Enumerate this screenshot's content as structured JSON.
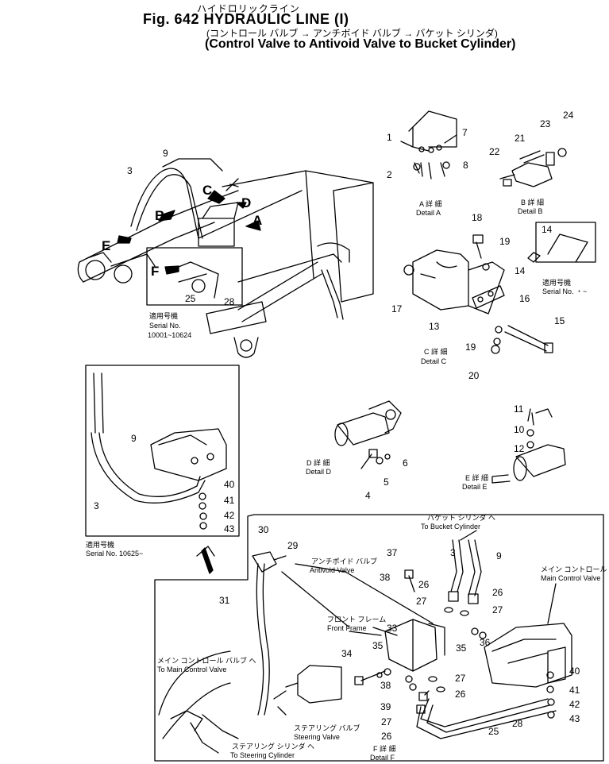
{
  "header": {
    "title_jp": "ハイドロリックライン",
    "title": "Fig. 642  HYDRAULIC LINE (I)",
    "subtitle_jp": "(コントロール バルブ → アンチボイド バルブ → バケット シリンダ)",
    "subtitle": "(Control Valve to Antivoid Valve to Bucket Cylinder)"
  },
  "main_view": {
    "labels": [
      "9",
      "3",
      "C",
      "D",
      "A",
      "B",
      "E",
      "F",
      "25",
      "28"
    ],
    "serial_jp": "適用号機",
    "serial_label": "Serial No.",
    "serial_range": "10001~10624"
  },
  "detail_a": {
    "parts": [
      "1",
      "7",
      "2",
      "8"
    ],
    "caption_jp": "A 詳 細",
    "caption": "Detail A"
  },
  "detail_b": {
    "parts": [
      "23",
      "24",
      "21",
      "22"
    ],
    "caption_jp": "B 詳 細",
    "caption": "Detail B"
  },
  "detail_c": {
    "parts": [
      "18",
      "19",
      "14",
      "17",
      "13",
      "16",
      "15",
      "19",
      "20"
    ],
    "caption_jp": "C 詳 細",
    "caption": "Detail C",
    "inset_part": "14",
    "inset_serial_jp": "適用号機",
    "inset_serial": "Serial No. ・~"
  },
  "detail_d": {
    "parts": [
      "6",
      "5",
      "4"
    ],
    "caption_jp": "D 詳 細",
    "caption": "Detail D"
  },
  "detail_e": {
    "parts": [
      "11",
      "10",
      "12"
    ],
    "caption_jp": "E 詳 細",
    "caption": "Detail E"
  },
  "later_serial_box": {
    "parts": [
      "9",
      "3",
      "40",
      "41",
      "42",
      "43"
    ],
    "serial_jp": "適用号機",
    "serial": "Serial No. 10625~"
  },
  "detail_f": {
    "caption_jp": "F 詳 細",
    "caption": "Detail F",
    "parts": [
      "30",
      "29",
      "31",
      "37",
      "38",
      "26",
      "27",
      "26",
      "27",
      "33",
      "35",
      "36",
      "35",
      "34",
      "38",
      "39",
      "27",
      "26",
      "27",
      "26",
      "25",
      "28",
      "40",
      "41",
      "42",
      "43",
      "3",
      "9"
    ],
    "to_bucket_jp": "バケット シリンダ へ",
    "to_bucket": "To Bucket Cylinder",
    "antivoid_jp": "アンチボイド バルブ",
    "antivoid": "Antivoid Valve",
    "main_cv_jp": "メイン コントロール バルブ",
    "main_cv": "Main Control Valve",
    "front_frame_jp": "フロント フレーム",
    "front_frame": "Front Frame",
    "to_main_cv_jp": "メイン コントロール バルブ へ",
    "to_main_cv": "To Main Control Valve",
    "steering_valve_jp": "ステアリング バルブ",
    "steering_valve": "Steering Valve",
    "to_steering_cyl_jp": "ステアリング シリンダ へ",
    "to_steering_cyl": "To Steering Cylinder"
  }
}
